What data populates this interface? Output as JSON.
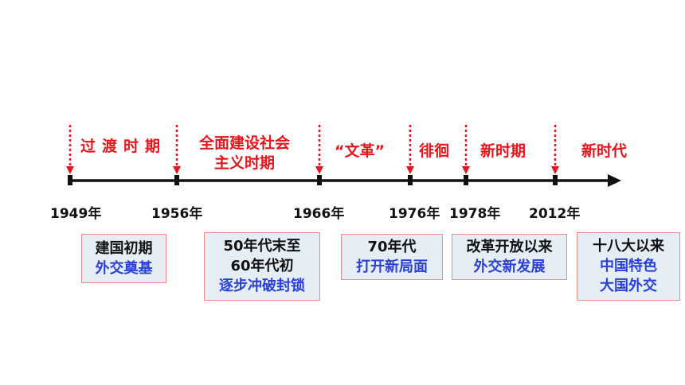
{
  "periods": {
    "p1": "过渡时期",
    "p2_line1": "全面建设社会",
    "p2_line2": "主义时期",
    "p3": "“文革”",
    "p4": "徘徊",
    "p5": "新时期",
    "p6": "新时代"
  },
  "years": [
    "1949年",
    "1956年",
    "1966年",
    "1976年",
    "1978年",
    "2012年"
  ],
  "cards": {
    "c1": [
      "建国初期",
      "外交奠基"
    ],
    "c2": [
      "50年代末至",
      "60年代初",
      "逐步冲破封锁"
    ],
    "c3": [
      "70年代",
      "打开新局面"
    ],
    "c4": [
      "改革开放以来",
      "外交新发展"
    ],
    "c5": [
      "十八大以来",
      "中国特色",
      "大国外交"
    ]
  },
  "colors": {
    "period_text": "#e8141c",
    "card_blue_text": "#2a3fd6",
    "card_bg": "#e5edf5",
    "card_border": "#ec8a8a",
    "axis": "#111111"
  }
}
